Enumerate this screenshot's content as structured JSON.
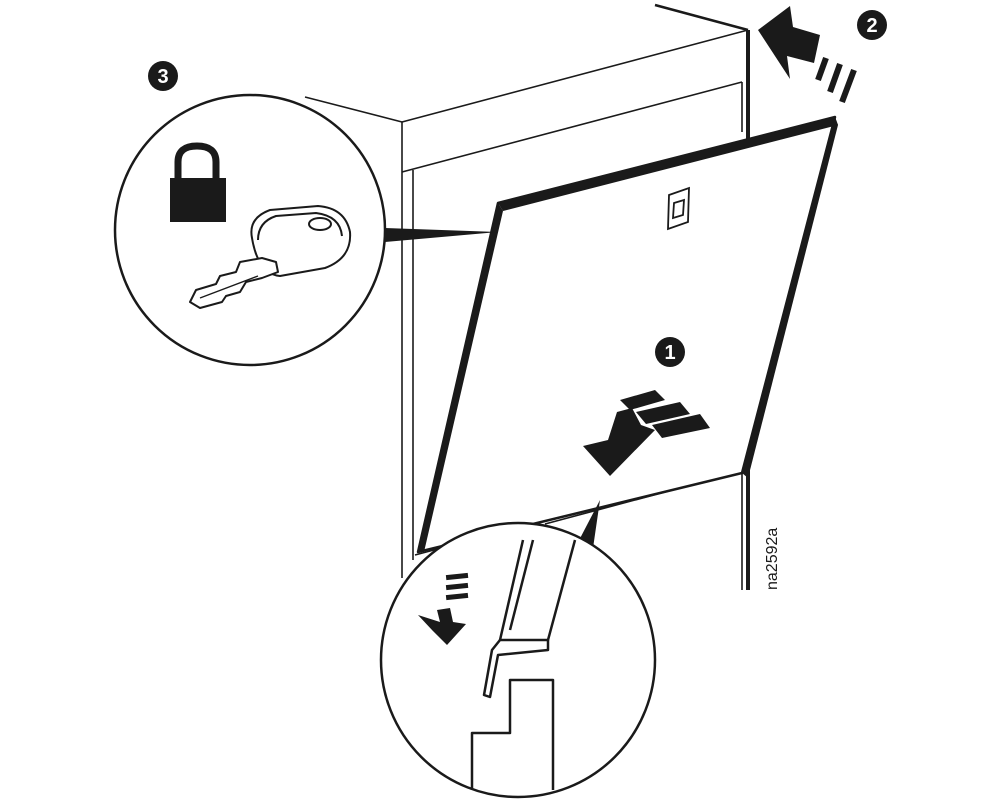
{
  "steps": {
    "one": "1",
    "two": "2",
    "three": "3"
  },
  "figure_id": "na2592a",
  "icons": {
    "lock": "padlock-icon",
    "key": "key-icon",
    "arrow": "arrow-icon"
  },
  "colors": {
    "ink": "#1a1a1a",
    "paper": "#ffffff",
    "panel_shade": "#d9d9d9"
  }
}
